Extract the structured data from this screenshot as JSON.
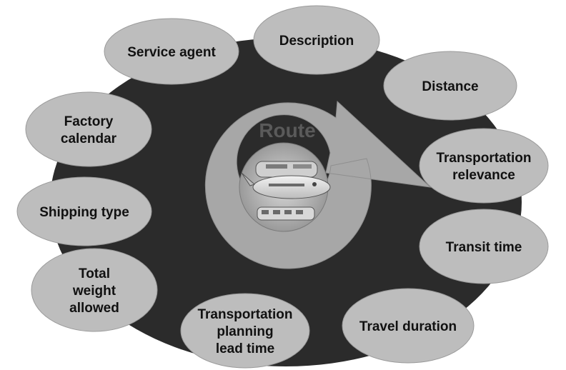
{
  "center": {
    "title": "Route"
  },
  "attributes": [
    {
      "id": "description",
      "lines": [
        "Description"
      ]
    },
    {
      "id": "service-agent",
      "lines": [
        "Service agent"
      ]
    },
    {
      "id": "distance",
      "lines": [
        "Distance"
      ]
    },
    {
      "id": "factory-calendar",
      "lines": [
        "Factory",
        "calendar"
      ]
    },
    {
      "id": "transportation-relevance",
      "lines": [
        "Transportation",
        "relevance"
      ]
    },
    {
      "id": "shipping-type",
      "lines": [
        "Shipping type"
      ]
    },
    {
      "id": "transit-time",
      "lines": [
        "Transit time"
      ]
    },
    {
      "id": "total-weight-allowed",
      "lines": [
        "Total",
        "weight",
        "allowed"
      ]
    },
    {
      "id": "transportation-planning-lead-time",
      "lines": [
        "Transportation",
        "planning",
        "lead time"
      ]
    },
    {
      "id": "travel-duration",
      "lines": [
        "Travel duration"
      ]
    }
  ],
  "colors": {
    "background": "#ffffff",
    "hub": "#2b2b2b",
    "bubble": "#bdbdbd",
    "bubble_stroke": "#9a9a9a",
    "ring": "#a7a7a7",
    "ring_stroke": "#8e8e8e",
    "text": "#111111",
    "title": "#5a5a5a"
  },
  "icons": [
    "route-cycle-arrow-icon",
    "transport-vehicles-image"
  ]
}
